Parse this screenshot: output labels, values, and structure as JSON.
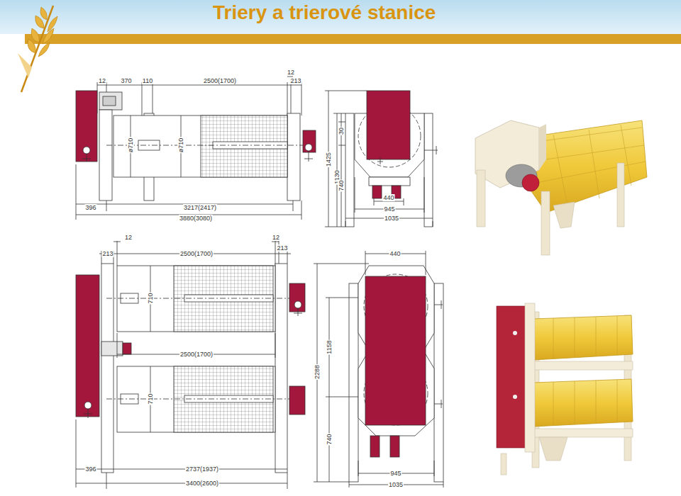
{
  "diagram": {
    "title": "Triery a trierové stanice",
    "labels": [
      "12",
      "370",
      "110",
      "2500(1700)",
      "12",
      "213",
      "ø710",
      "ø710",
      "396",
      "3217(2417)",
      "3880(3080)",
      "1425",
      "1130",
      "30",
      "740",
      "440",
      "945",
      "1035",
      "12",
      "12",
      "213",
      "2500(1700)",
      "213",
      "710",
      "2500(1700)",
      "710",
      "396",
      "2737(1937)",
      "3400(2600)",
      "440",
      "2288",
      "1158",
      "740",
      "945",
      "1035"
    ]
  }
}
